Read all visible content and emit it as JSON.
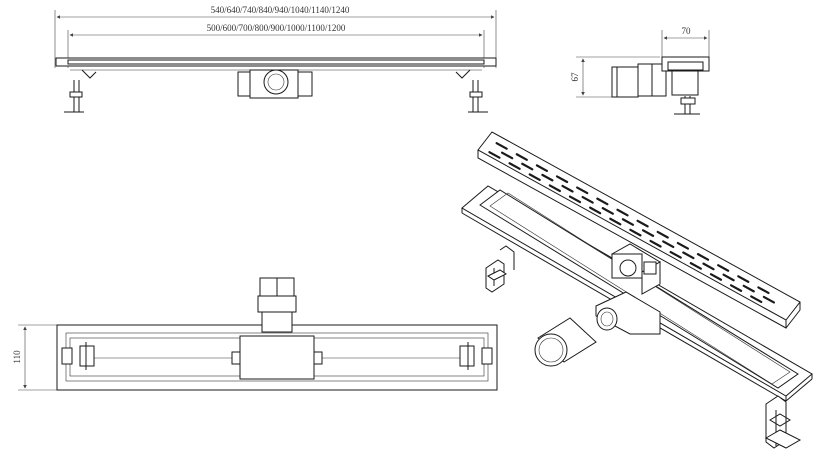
{
  "dimensions": {
    "overall_lengths": "540/640/740/840/940/1040/1140/1240",
    "grate_lengths": "500/600/700/800/900/1000/1100/1200",
    "side_width": "70",
    "side_height": "67",
    "plan_width": "110"
  }
}
